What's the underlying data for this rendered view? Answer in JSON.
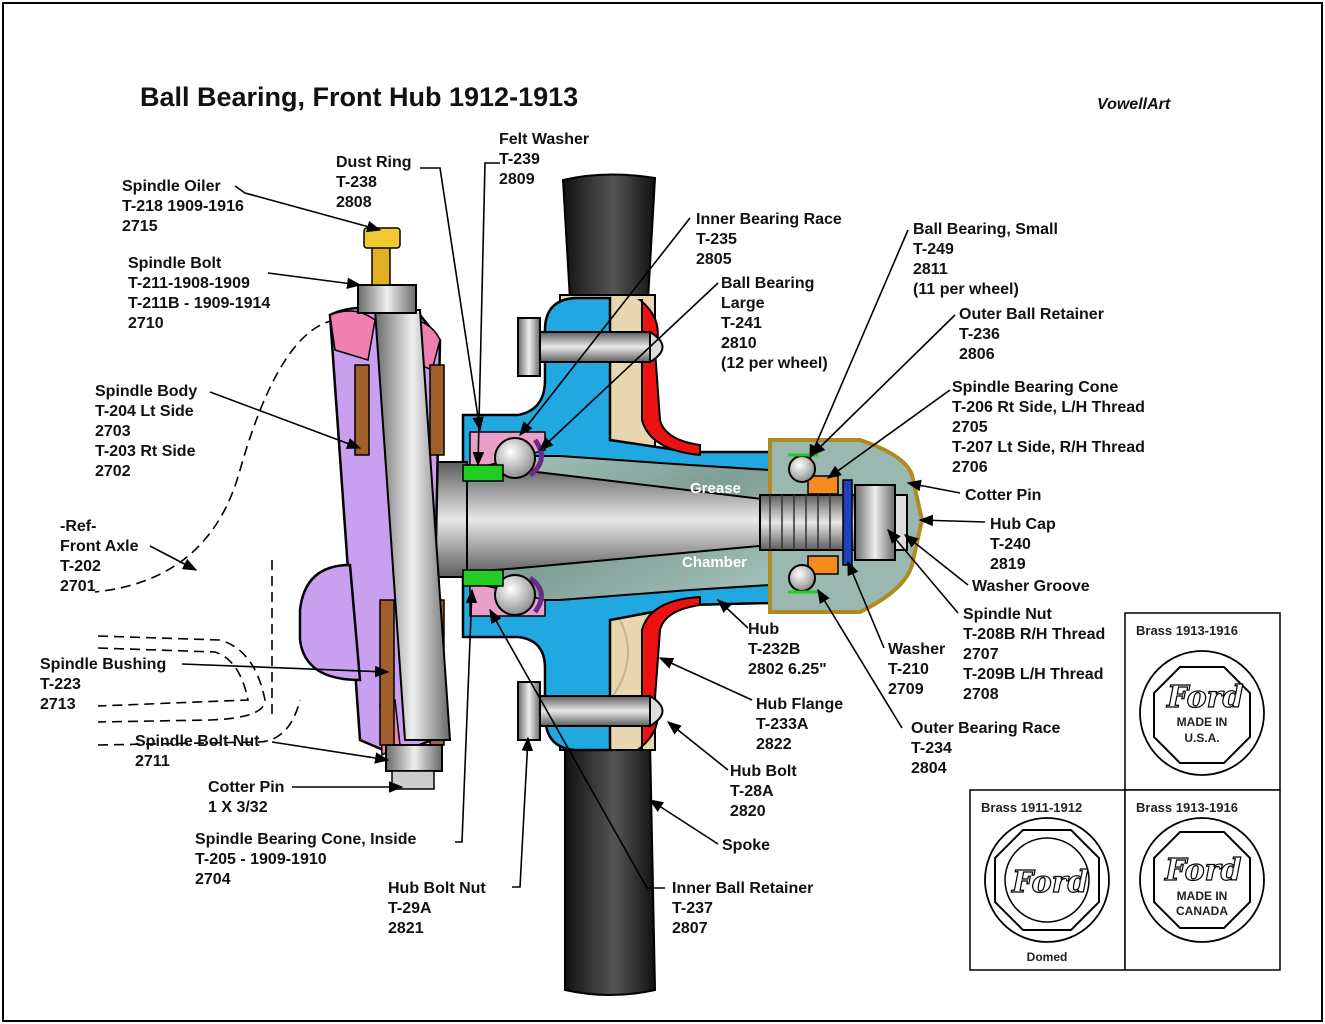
{
  "title": "Ball Bearing, Front Hub 1912-1913",
  "credit": "VowellArt",
  "colors": {
    "hub": "#22a8e0",
    "spindle_body": "#c9a0f0",
    "bushing": "#a0602a",
    "pink": "#f080b0",
    "flange": "#ee1111",
    "felt": "#22cc22",
    "orange": "#f58a1f",
    "hubcap": "#e7d27a",
    "spoke": "#e8d6b0",
    "grease": "#9bb8b0"
  },
  "inner_labels": {
    "grease": "Grease",
    "chamber": "Chamber"
  },
  "labels": [
    {
      "id": "spindle-oiler",
      "lines": [
        "Spindle Oiler",
        "T-218 1909-1916",
        "2715"
      ]
    },
    {
      "id": "dust-ring",
      "lines": [
        "Dust Ring",
        "T-238",
        "2808"
      ]
    },
    {
      "id": "felt-washer",
      "lines": [
        "Felt Washer",
        "T-239",
        "2809"
      ]
    },
    {
      "id": "inner-bearing-race",
      "lines": [
        "Inner Bearing Race",
        "T-235",
        "2805"
      ]
    },
    {
      "id": "ball-bearing-large",
      "lines": [
        "Ball Bearing",
        "Large",
        "T-241",
        "2810",
        "(12 per wheel)"
      ]
    },
    {
      "id": "ball-bearing-small",
      "lines": [
        "Ball Bearing, Small",
        "T-249",
        "2811",
        "(11 per wheel)"
      ]
    },
    {
      "id": "outer-ball-retainer",
      "lines": [
        "Outer Ball Retainer",
        "T-236",
        "2806"
      ]
    },
    {
      "id": "spindle-bearing-cone",
      "lines": [
        "Spindle Bearing Cone",
        "T-206 Rt Side, L/H Thread",
        "2705",
        "T-207 Lt Side, R/H Thread",
        "2706"
      ]
    },
    {
      "id": "cotter-pin-right",
      "lines": [
        "Cotter Pin"
      ]
    },
    {
      "id": "hub-cap",
      "lines": [
        "Hub Cap",
        "T-240",
        "2819"
      ]
    },
    {
      "id": "washer-groove",
      "lines": [
        "Washer Groove"
      ]
    },
    {
      "id": "spindle-nut",
      "lines": [
        "Spindle Nut",
        "T-208B R/H Thread",
        "2707",
        "T-209B L/H Thread",
        "2708"
      ]
    },
    {
      "id": "washer",
      "lines": [
        "Washer",
        "T-210",
        "2709"
      ]
    },
    {
      "id": "hub",
      "lines": [
        "Hub",
        "T-232B",
        "2802 6.25\""
      ]
    },
    {
      "id": "hub-flange",
      "lines": [
        "Hub Flange",
        "T-233A",
        "2822"
      ]
    },
    {
      "id": "outer-bearing-race",
      "lines": [
        "Outer Bearing Race",
        "T-234",
        "2804"
      ]
    },
    {
      "id": "hub-bolt",
      "lines": [
        "Hub Bolt",
        "T-28A",
        "2820"
      ]
    },
    {
      "id": "spoke",
      "lines": [
        "Spoke"
      ]
    },
    {
      "id": "inner-ball-retainer",
      "lines": [
        "Inner Ball Retainer",
        "T-237",
        "2807"
      ]
    },
    {
      "id": "hub-bolt-nut",
      "lines": [
        "Hub Bolt Nut",
        "T-29A",
        "2821"
      ]
    },
    {
      "id": "spindle-bearing-cone-inside",
      "lines": [
        "Spindle Bearing Cone, Inside",
        "T-205 - 1909-1910",
        "2704"
      ]
    },
    {
      "id": "cotter-pin-left",
      "lines": [
        "Cotter Pin",
        "1 X 3/32"
      ]
    },
    {
      "id": "spindle-bolt-nut",
      "lines": [
        "Spindle Bolt Nut",
        "2711"
      ]
    },
    {
      "id": "spindle-bushing",
      "lines": [
        "Spindle Bushing",
        "T-223",
        "2713"
      ]
    },
    {
      "id": "front-axle",
      "lines": [
        "-Ref-",
        "Front Axle",
        "T-202",
        "2701"
      ]
    },
    {
      "id": "spindle-body",
      "lines": [
        "Spindle Body",
        "T-204 Lt Side",
        "2703",
        "T-203 Rt Side",
        "2702"
      ]
    },
    {
      "id": "spindle-bolt",
      "lines": [
        "Spindle Bolt",
        "T-211-1908-1909",
        "T-211B - 1909-1914",
        "2710"
      ]
    }
  ],
  "hubcaps": [
    {
      "id": "brass-1913-usa",
      "title": "Brass 1913-1916",
      "script": "Ford",
      "lines": [
        "MADE IN",
        "U.S.A."
      ],
      "footer": ""
    },
    {
      "id": "brass-1911",
      "title": "Brass 1911-1912",
      "script": "Ford",
      "lines": [],
      "footer": "Domed"
    },
    {
      "id": "brass-1913-canada",
      "title": "Brass 1913-1916",
      "script": "Ford",
      "lines": [
        "MADE IN",
        "CANADA"
      ],
      "footer": ""
    }
  ]
}
